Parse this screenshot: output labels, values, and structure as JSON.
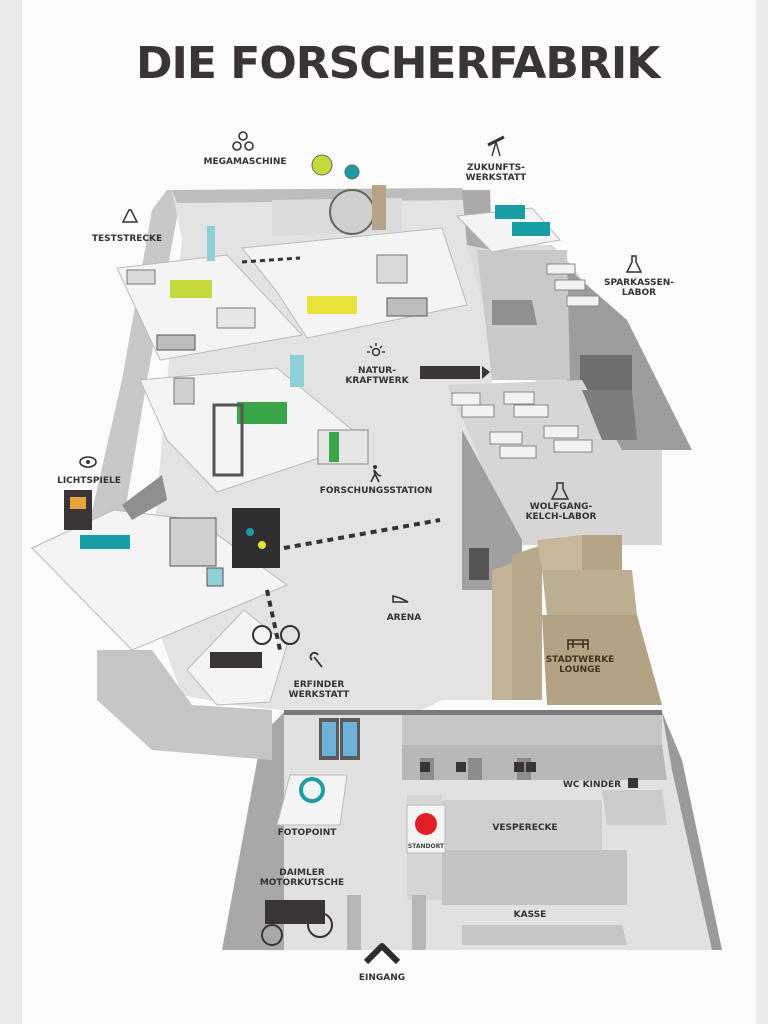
{
  "title": "DIE FORSCHERFABRIK",
  "stations": {
    "megamaschine": "MEGAMASCHINE",
    "teststrecke": "TESTSTRECKE",
    "zukunftswerkstatt": "ZUKUNFTS-\nWERKSTATT",
    "sparkassenlabor": "SPARKASSEN-\nLABOR",
    "naturkraftwerk": "NATUR-\nKRAFTWERK",
    "lichtspiele": "LICHTSPIELE",
    "forschungsstation": "FORSCHUNGSSTATION",
    "kelchlabor": "WOLFGANG-\nKELCH-LABOR",
    "arena": "ARENA",
    "stadtwerke": "STADTWERKE\nLOUNGE",
    "erfinderwerkstatt": "ERFINDER\nWERKSTATT",
    "fotopoint": "FOTOPOINT",
    "vesperecke": "VESPERECKE",
    "wc_kinder": "WC KINDER",
    "standort": "STANDORT",
    "motorkutsche": "DAIMLER\nMOTORKUTSCHE",
    "kasse": "KASSE",
    "eingang": "EINGANG"
  },
  "colors": {
    "floor": "#e3e3e3",
    "wall": "#b5b5b5",
    "wall_dark": "#8a8a8a",
    "lounge": "#b3a284",
    "lime": "#c5d93c",
    "teal": "#1a9ea6",
    "green": "#3aa64a",
    "yellow": "#e8e23a",
    "marker": "#e01f26",
    "text": "#333333"
  },
  "icons": [
    "gears-icon",
    "road-icon",
    "telescope-icon",
    "flask-icon",
    "sun-icon",
    "eye-icon",
    "runner-icon",
    "beaker-icon",
    "shoe-icon",
    "stadtwerke-logo-icon",
    "wrench-icon",
    "wc-icon",
    "arrow-right-icon",
    "eingang-chevron-icon"
  ]
}
